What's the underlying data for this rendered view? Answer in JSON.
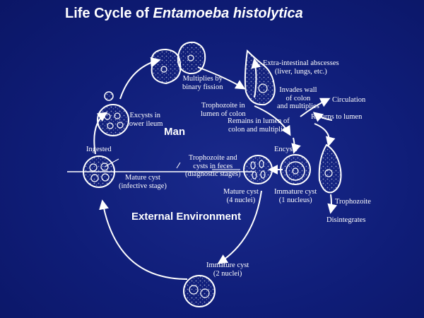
{
  "title": {
    "prefix": "Life Cycle of ",
    "species": "Entamoeba histolytica"
  },
  "regions": {
    "man": "Man",
    "external": "External Environment"
  },
  "labels": {
    "multiplies": [
      "Multiplies by",
      "binary fission"
    ],
    "excysts": [
      "Excysts in",
      "lower ileum"
    ],
    "extra_intestinal": [
      "Extra-intestinal abscesses",
      "(liver, lungs, etc.)"
    ],
    "invades": [
      "Invades wall",
      "of colon",
      "and multiplies"
    ],
    "circulation": "Circulation",
    "returns": "Returns to lumen",
    "troph_lumen": [
      "Trophozoite in",
      "lumen of colon"
    ],
    "remains": [
      "Remains in lumen of",
      "colon and multiplies"
    ],
    "ingested": "Ingested",
    "encysts": "Encysts",
    "troph_cysts": [
      "Trophozoite and",
      "cysts in feces",
      "(diagnostic stages)"
    ],
    "mature_cyst_infective": [
      "Mature cyst",
      "(infective stage)"
    ],
    "mature_cyst": [
      "Mature cyst",
      "(4 nuclei)"
    ],
    "immature_cyst_1": [
      "Immature cyst",
      "(1 nucleus)"
    ],
    "trophozoite": "Trophozoite",
    "disintegrates": "Disintegrates",
    "immature_cyst_2": [
      "Immature cyst",
      "(2 nuclei)"
    ]
  },
  "colors": {
    "background": "#0f1d78",
    "foreground": "#ffffff"
  }
}
